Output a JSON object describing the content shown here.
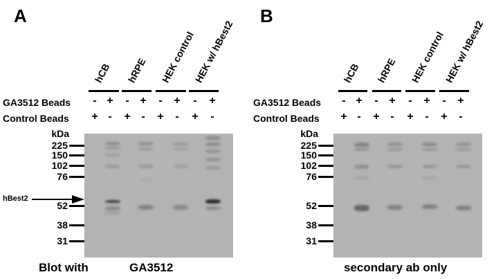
{
  "panels": [
    {
      "letter": "A",
      "lanes": [
        "hCB",
        "hRPE",
        "HEK control",
        "HEK w/ hBest2"
      ],
      "rows": [
        {
          "label": "GA3512 Beads",
          "signs": [
            "-",
            "+",
            "-",
            "+",
            "-",
            "+",
            "-",
            "+"
          ]
        },
        {
          "label": "Control Beads",
          "signs": [
            "+",
            "-",
            "+",
            "-",
            "+",
            "-",
            "+",
            "-"
          ]
        }
      ],
      "kda_label": "kDa",
      "markers": [
        "225",
        "150",
        "102",
        "76",
        "52",
        "38",
        "31"
      ],
      "arrow_label": "hBest2",
      "caption_left": "Blot with",
      "caption_right": "GA3512"
    },
    {
      "letter": "B",
      "lanes": [
        "hCB",
        "hRPE",
        "HEK control",
        "HEK w/ hBest2"
      ],
      "rows": [
        {
          "label": "GA3512 Beads",
          "signs": [
            "-",
            "+",
            "-",
            "+",
            "-",
            "+",
            "-",
            "+"
          ]
        },
        {
          "label": "Control Beads",
          "signs": [
            "+",
            "-",
            "+",
            "-",
            "+",
            "-",
            "+",
            "-"
          ]
        }
      ],
      "kda_label": "kDa",
      "markers": [
        "225",
        "150",
        "102",
        "76",
        "52",
        "38",
        "31"
      ],
      "caption": "secondary ab only"
    }
  ]
}
